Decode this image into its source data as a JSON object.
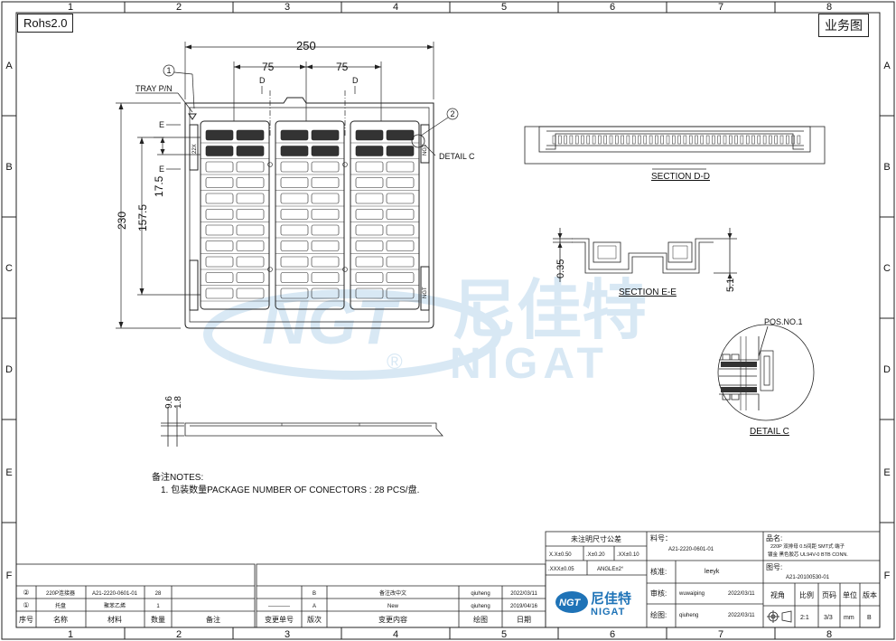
{
  "header": {
    "rohs": "Rohs2.0",
    "drawing_type": "业务图",
    "col_numbers": [
      "1",
      "2",
      "3",
      "4",
      "5",
      "6",
      "7",
      "8"
    ],
    "row_letters": [
      "A",
      "B",
      "C",
      "D",
      "E",
      "F"
    ]
  },
  "tray": {
    "dim_width": "250",
    "dim_pitch_left": "75",
    "dim_pitch_right": "75",
    "dim_height": "230",
    "dim_inner_height": "157.5",
    "dim_step": "17.5",
    "label_tray_pn": "TRAY P/N",
    "balloon_1": "1",
    "balloon_2": "2",
    "label_d_left": "D",
    "label_d_right": "D",
    "label_e_top": "E",
    "label_e_bottom": "E",
    "label_detail_c": "DETAIL C",
    "marking": "NGT",
    "marking_id": "22X"
  },
  "section_dd": {
    "label": "SECTION D-D"
  },
  "section_ee": {
    "label": "SECTION E-E",
    "dim_035": "0.35",
    "dim_51": "5.1"
  },
  "detail_c": {
    "label": "DETAIL C",
    "pos_label": "POS.NO.1"
  },
  "side_view": {
    "dim_96": "9.6",
    "dim_18": "1.8"
  },
  "notes": {
    "title": "备注NOTES:",
    "line1": "1. 包装数量PACKAGE NUMBER OF CONECTORS : 28 PCS/盘."
  },
  "watermark": {
    "cn": "尼佳特",
    "en": "NIGAT",
    "logo": "NGT",
    "reg": "®"
  },
  "bom_table": {
    "headers": [
      "序号",
      "名称",
      "材料",
      "数量",
      "备注"
    ],
    "rows": [
      {
        "no": "②",
        "name": "220P连接器",
        "material": "A21-2220-0601-01",
        "qty": "28",
        "remark": ""
      },
      {
        "no": "①",
        "name": "托盘",
        "material": "聚苯乙烯",
        "qty": "1",
        "remark": ""
      }
    ]
  },
  "revision_table": {
    "headers": [
      "变更单号",
      "版次",
      "变更内容",
      "绘图",
      "日期"
    ],
    "rows": [
      {
        "order": "",
        "rev": "B",
        "content": "备注改中文",
        "drawer": "qiuheng",
        "date": "2022/03/11"
      },
      {
        "order": "————",
        "rev": "A",
        "content": "New",
        "drawer": "qiuheng",
        "date": "2019/04/16"
      }
    ]
  },
  "title_block": {
    "tolerance_title": "未注明尺寸公差",
    "tol_x": "X.X±0.50",
    "tol_xx": ".X±0.20",
    "tol_xxx": ".XX±0.10",
    "tol_xxxx": ".XXX±0.05",
    "tol_angle": "ANGLE±2°",
    "part_no_label": "料号：",
    "part_no": "A21-2220-0601-01",
    "name_label": "品名:",
    "name_line1": "220P 双排母 0.5间距 SMT式 端子",
    "name_line2": "镀金 黑色胶芯 UL94V-0  BTB CONN.",
    "drawing_no_label": "图号:",
    "drawing_no": "A21-20100530-01",
    "approve_label": "核准:",
    "approve_name": "leeyk",
    "review_label": "审核:",
    "review_name": "wuwaiping",
    "review_date": "2022/03/11",
    "draw_label": "绘图:",
    "draw_name": "qiuheng",
    "draw_date": "2022/03/11",
    "col_view": "视角",
    "col_scale": "比例",
    "col_page": "页码",
    "col_unit": "单位",
    "col_version": "版本",
    "scale": "2:1",
    "page": "3/3",
    "unit": "mm",
    "version": "B",
    "logo_cn": "尼佳特",
    "logo_en": "NIGAT",
    "logo_mark": "NGT"
  }
}
